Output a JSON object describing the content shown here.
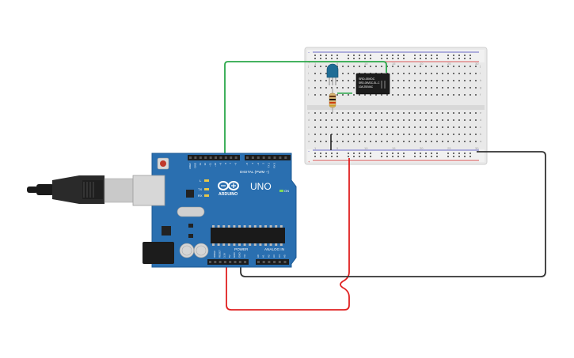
{
  "arduino": {
    "brand": "ARDUINO",
    "model": "UNO",
    "digital_header": "DIGITAL (PWM ~)",
    "power_header": "POWER",
    "analog_header": "ANALOG IN",
    "led_l": "L",
    "led_tx": "TX",
    "led_rx": "RX",
    "on_label": "ON",
    "digital_pins": [
      "AREF",
      "GND",
      "13",
      "12",
      "~11",
      "~10",
      "~9",
      "8",
      "7",
      "~6",
      "~5",
      "4",
      "~3",
      "2",
      "TX 1",
      "RX 0"
    ],
    "power_pins": [
      "IOREF",
      "RESET",
      "3.3V",
      "5V",
      "GND",
      "GND",
      "Vin"
    ],
    "analog_pins": [
      "A0",
      "A1",
      "A2",
      "A3",
      "A4",
      "A5"
    ]
  },
  "relay": {
    "line1": "SRD-05VDC",
    "line2": "SRD-05VDC-SL-C",
    "line3": "10A 250VAC"
  },
  "breadboard": {
    "row_letters_top": [
      "j",
      "i",
      "h",
      "g",
      "f"
    ],
    "row_letters_bottom": [
      "e",
      "d",
      "c",
      "b",
      "a"
    ],
    "column_numbers": [
      "1",
      "5",
      "10",
      "15",
      "20",
      "25",
      "30"
    ]
  },
  "wire_colors": {
    "signal": "#2ba84a",
    "power": "#e02020",
    "ground": "#333333"
  },
  "board_color": "#2a6fb0"
}
